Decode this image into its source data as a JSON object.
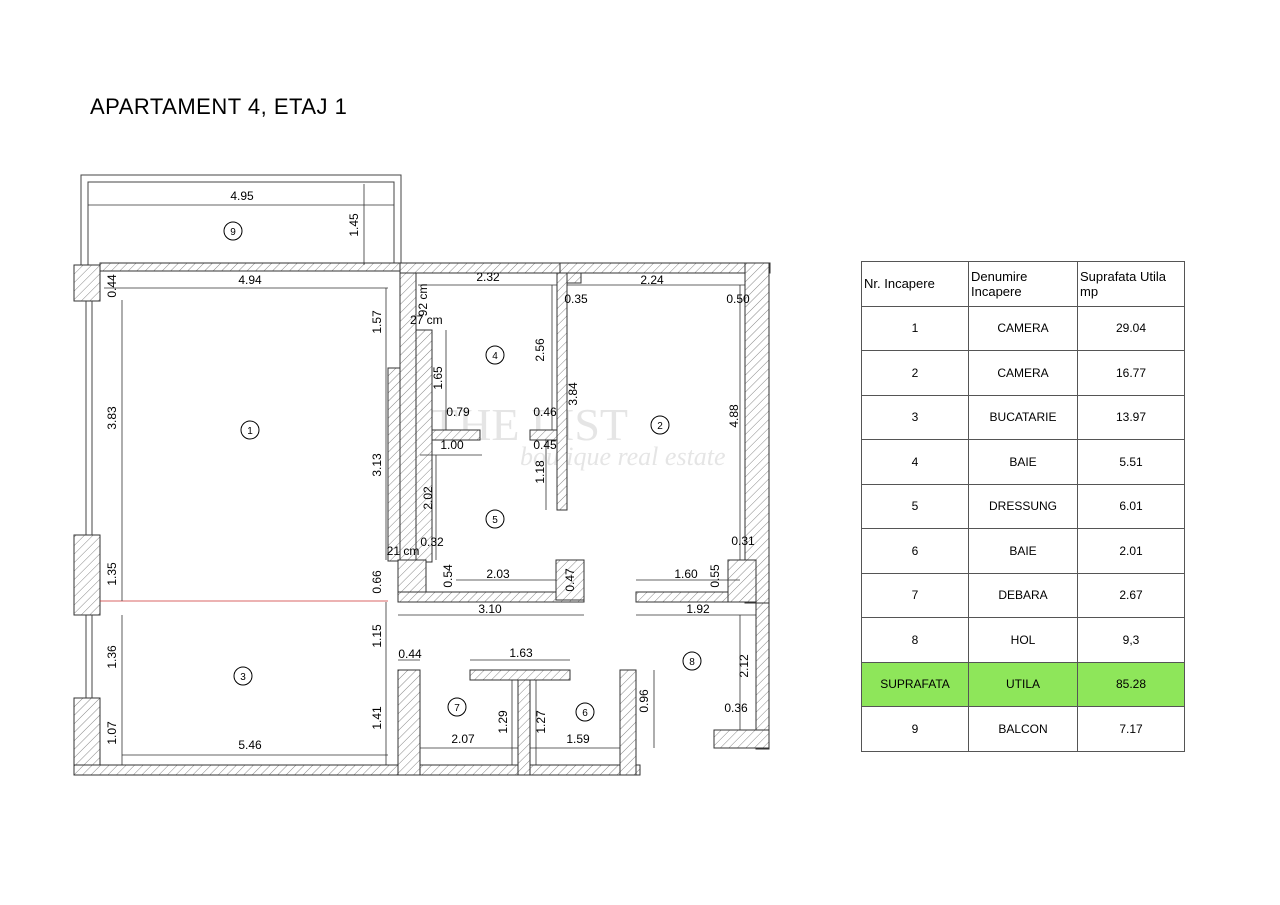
{
  "title": "APARTAMENT 4, ETAJ 1",
  "watermark": {
    "main": "THE LIST",
    "sub": "boutique real estate"
  },
  "table": {
    "headers": [
      "Nr. Incapere",
      "Denumire Incapere",
      "Suprafata Utila mp"
    ],
    "rows": [
      {
        "nr": "1",
        "name": "CAMERA",
        "area": "29.04"
      },
      {
        "nr": "2",
        "name": "CAMERA",
        "area": "16.77"
      },
      {
        "nr": "3",
        "name": "BUCATARIE",
        "area": "13.97"
      },
      {
        "nr": "4",
        "name": "BAIE",
        "area": "5.51"
      },
      {
        "nr": "5",
        "name": "DRESSUNG",
        "area": "6.01"
      },
      {
        "nr": "6",
        "name": "BAIE",
        "area": "2.01"
      },
      {
        "nr": "7",
        "name": "DEBARA",
        "area": "2.67"
      },
      {
        "nr": "8",
        "name": "HOL",
        "area": "9,3"
      }
    ],
    "total": {
      "nr": "SUPRAFATA",
      "name": "UTILA",
      "area": "85.28"
    },
    "extra": {
      "nr": "9",
      "name": "BALCON",
      "area": "7.17"
    },
    "highlight_color": "#8ee65a"
  },
  "rooms": [
    "1",
    "2",
    "3",
    "4",
    "5",
    "6",
    "7",
    "8",
    "9"
  ],
  "dimensions": {
    "balcony_width": "4.95",
    "balcony_depth": "1.45",
    "r1_width": "4.94",
    "r1_height": "3.83",
    "r1_top_wall": "0.44",
    "window_mid": "1.35",
    "r3_height_a": "1.36",
    "r3_height_b": "1.07",
    "r3_width": "5.46",
    "bath_width": "2.32",
    "bath_top": "92 cm",
    "bath_wall": "27 cm",
    "bath_height": "2.56",
    "bath_inner": "1.65",
    "niche_a": "0.79",
    "niche_b": "0.46",
    "niche_c": "1.00",
    "niche_d": "0.45",
    "dress_height": "2.02",
    "dress_inner": "1.18",
    "corridor_len": "3.84",
    "r2_width": "2.24",
    "r2_wall": "0.35",
    "r2_wall_r": "0.50",
    "r2_height": "4.88",
    "r1_lower": "1.57",
    "r1_mid": "3.13",
    "wall_21": "21 cm",
    "wall_032": "0.32",
    "wall_031": "0.31",
    "dress_w": "2.03",
    "wall_054": "0.54",
    "wall_047": "0.47",
    "hall_a": "1.60",
    "wall_055": "0.55",
    "hall_b": "3.10",
    "hall_c": "1.92",
    "wall_066": "0.66",
    "wall_115": "1.15",
    "wall_044": "0.44",
    "dbr_top": "1.63",
    "hall_h": "2.12",
    "wall_096": "0.96",
    "wall_036": "0.36",
    "r3_lower": "1.41",
    "dbr_w": "2.07",
    "dbr_h": "1.29",
    "bath2_h": "1.27",
    "bath2_w": "1.59"
  }
}
